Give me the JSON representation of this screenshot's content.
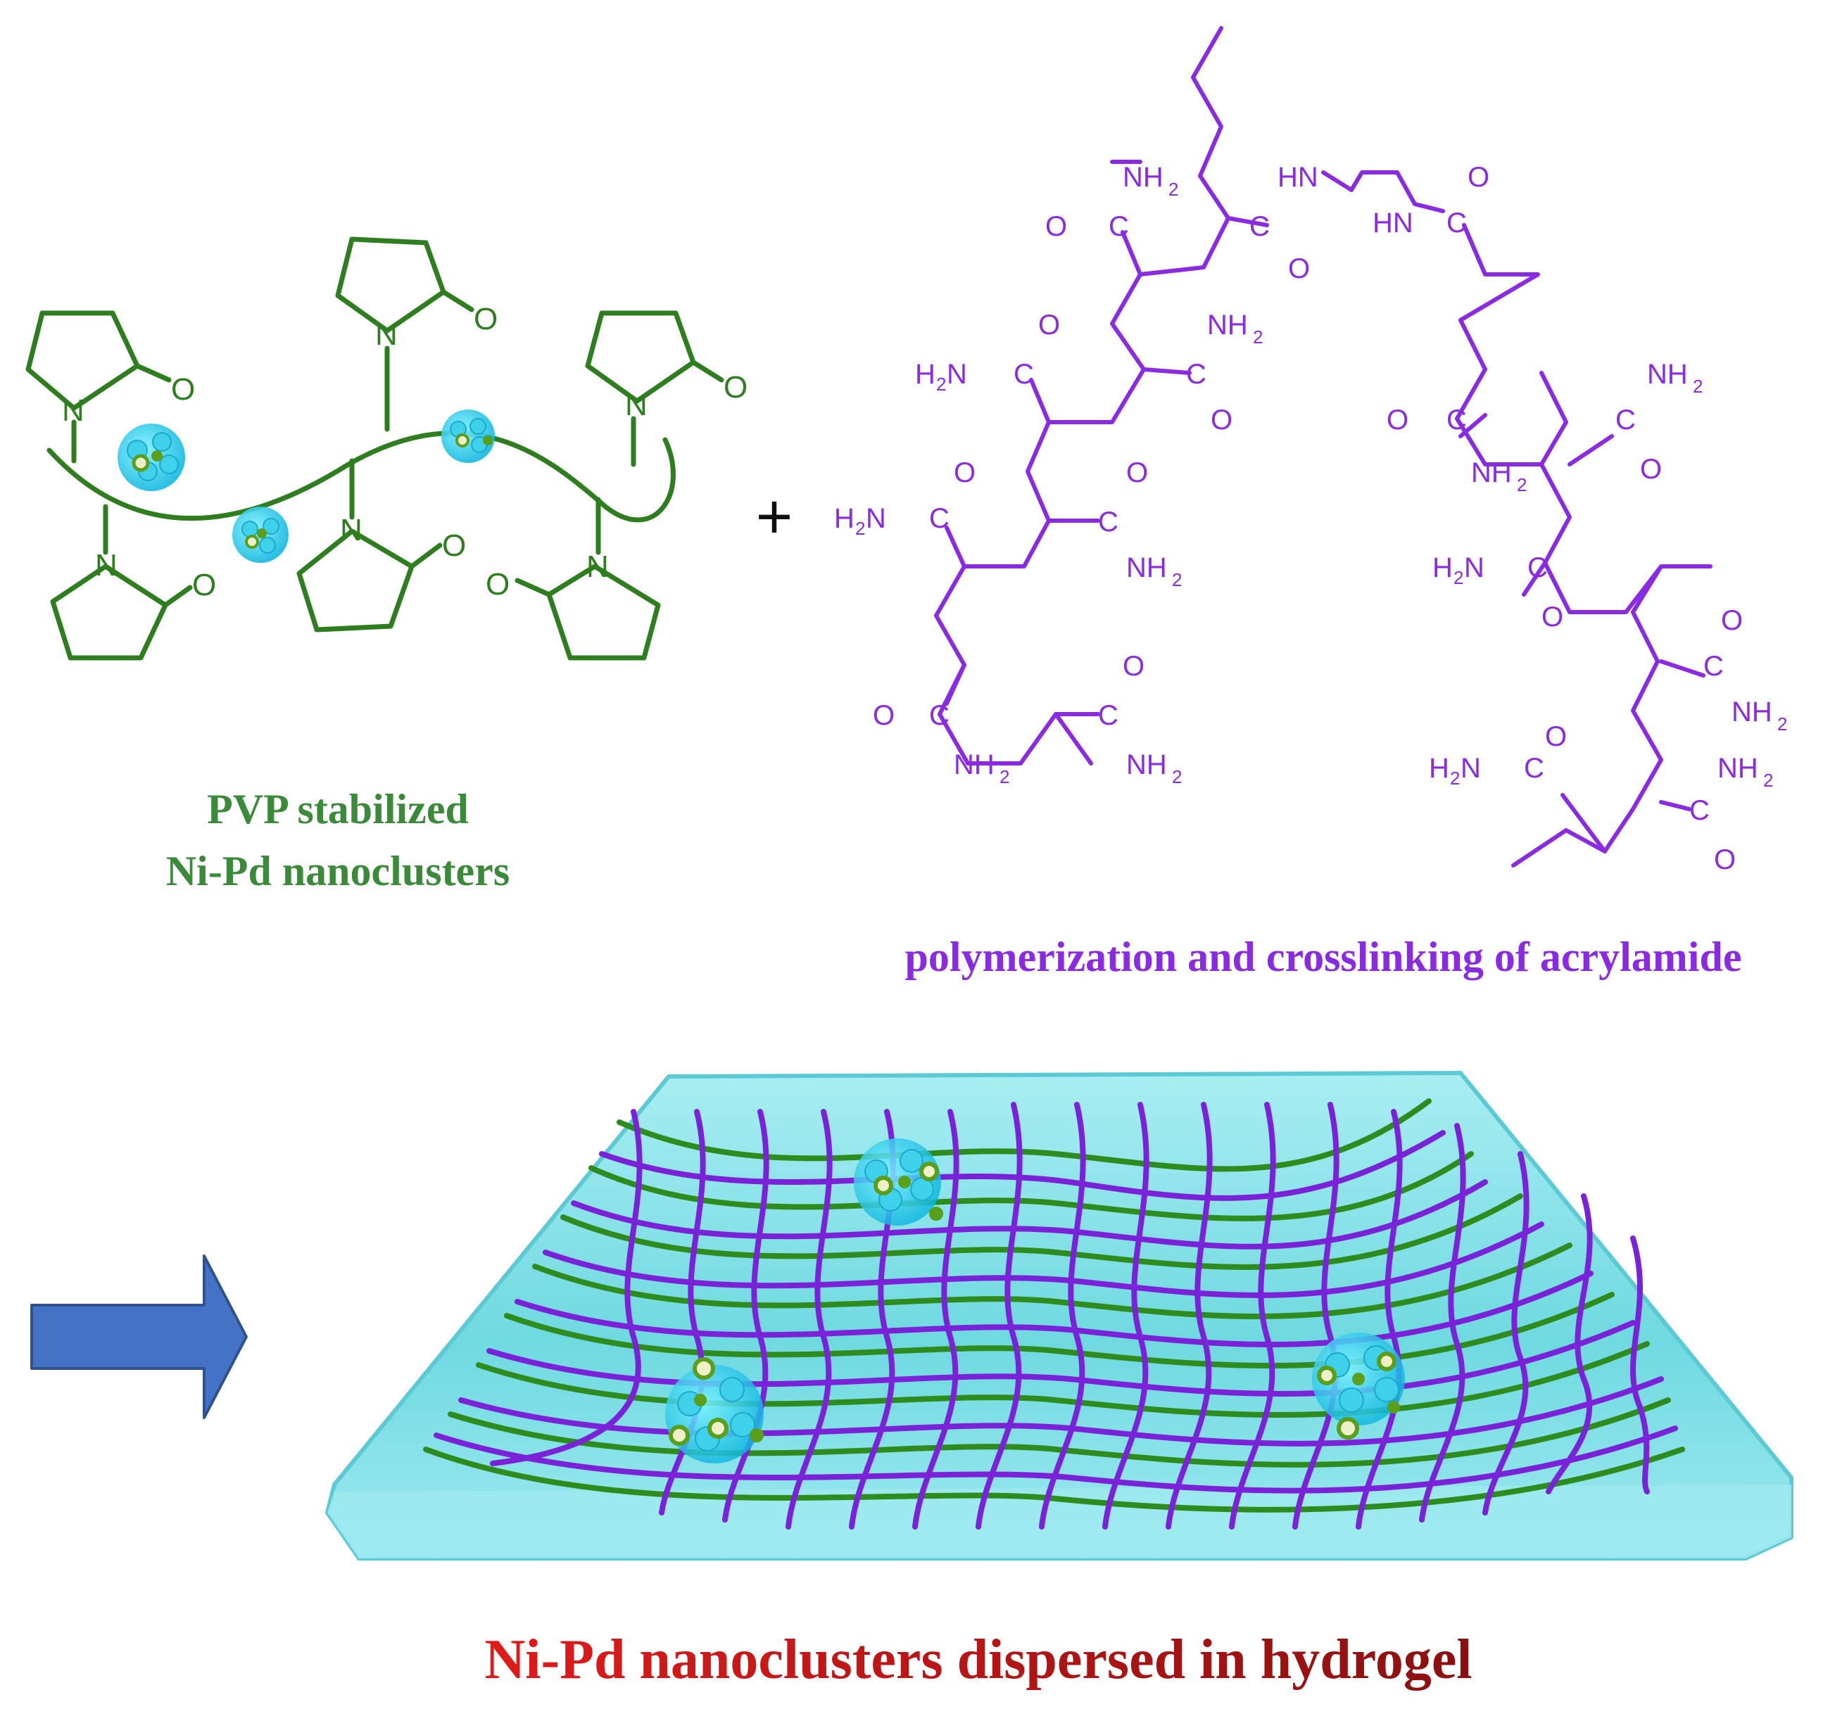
{
  "colors": {
    "pvp": "#2e7d1e",
    "pvp_caption": "#3a8a3a",
    "pam": "#8a2be2",
    "pam_caption": "#8a2be2",
    "gel_fill": "#7fe3e8",
    "gel_edge": "#5ccad4",
    "final_caption_start": "#e01b1b",
    "final_caption_end": "#8b1010",
    "arrow": "#4472c4",
    "arrow_edge": "#2f528f",
    "cluster": "#2fd4f0",
    "cluster_green": "#5a9e1a",
    "cluster_white": "#f0f0c8"
  },
  "pvp": {
    "caption_line1": "PVP stabilized",
    "caption_line2": "Ni-Pd nanoclusters",
    "atom_N": "N",
    "atom_O": "O"
  },
  "operator": "+",
  "pam": {
    "caption": "polymerization and crosslinking of acrylamide",
    "NH2": "NH",
    "NH2_sub": "2",
    "H2N_H": "H",
    "H2N_N": "N",
    "C": "C",
    "O": "O",
    "HN": "HN"
  },
  "final_caption": "Ni-Pd nanoclusters dispersed in hydrogel",
  "arrow_icon": "right-arrow-icon"
}
